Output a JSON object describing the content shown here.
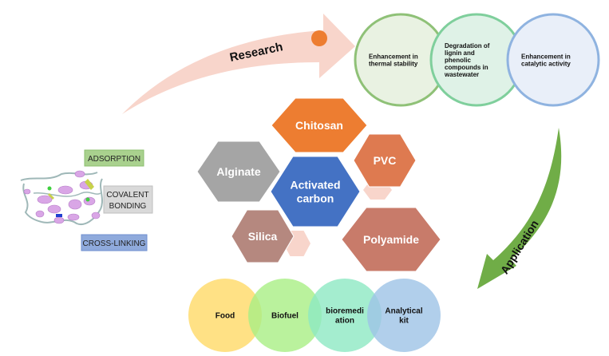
{
  "research_arrow": {
    "label": "Research",
    "color": "#f8d5cb",
    "dot_color": "#ed7d31"
  },
  "application_arrow": {
    "label": "Application",
    "color": "#70ad47"
  },
  "research_outcomes": [
    {
      "lines": [
        "Enhancement in",
        "thermal stability"
      ],
      "fill": "#e9f2e2",
      "stroke": "#8fc177"
    },
    {
      "lines": [
        "Degradation   of",
        "lignin          and",
        "phenolic",
        "compounds      in",
        "wastewater"
      ],
      "fill": "#dff2e7",
      "stroke": "#7fcf9c"
    },
    {
      "lines": [
        "Enhancement in",
        "catalytic activity"
      ],
      "fill": "#e9eff9",
      "stroke": "#8fb3e0"
    }
  ],
  "immobilization_methods": [
    {
      "label": "ADSORPTION",
      "fill": "#a9d18e",
      "stroke": "#8cbf6f"
    },
    {
      "lines": [
        "COVALENT",
        "BONDING"
      ],
      "fill": "#d9d9d9",
      "stroke": "#bfbfbf"
    },
    {
      "label": "CROSS-LINKING",
      "fill": "#8faadc",
      "stroke": "#6f8fcf"
    }
  ],
  "supports": [
    {
      "lines": [
        "Chitosan"
      ],
      "fill": "#ed7d31"
    },
    {
      "lines": [
        "PVC"
      ],
      "fill": "#de7a50"
    },
    {
      "lines": [
        "Alginate"
      ],
      "fill": "#a5a5a5"
    },
    {
      "lines": [
        "Activated",
        "carbon"
      ],
      "fill": "#4472c4"
    },
    {
      "lines": [
        "Silica"
      ],
      "fill": "#b5887f"
    },
    {
      "lines": [
        "Polyamide"
      ],
      "fill": "#c87b6a"
    }
  ],
  "decor_hex_color": "#f8d5cb",
  "applications": [
    {
      "lines": [
        "Food"
      ],
      "fill": "#ffd966"
    },
    {
      "lines": [
        "Biofuel"
      ],
      "fill": "#a9ef85"
    },
    {
      "lines": [
        "bioremedi",
        "ation"
      ],
      "fill": "#8de8c3"
    },
    {
      "lines": [
        "Analytical",
        "kit"
      ],
      "fill": "#9dc3e6"
    }
  ]
}
